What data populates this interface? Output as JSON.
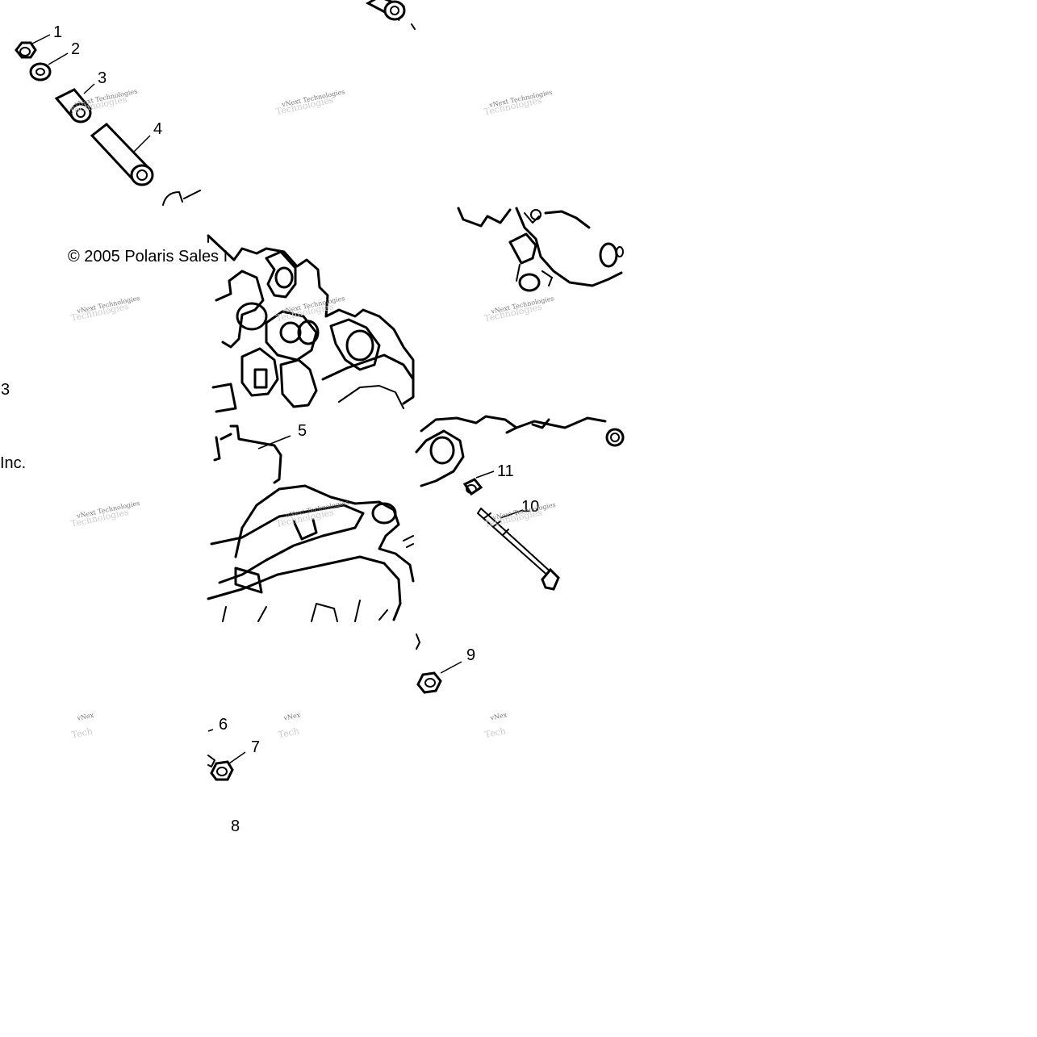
{
  "callouts": {
    "c1": "1",
    "c2": "2",
    "c3": "3",
    "c4": "4",
    "c5": "5",
    "c6": "6",
    "c7": "7",
    "c8": "8",
    "c9": "9",
    "c10": "10",
    "c11": "11",
    "c3_edge": "3"
  },
  "copyright": {
    "fragment_a": "© 2005 Polaris Sales I",
    "fragment_b": "Inc."
  },
  "watermark": {
    "full": "vNext Technologies",
    "short": "vNex",
    "backdrop": "Technologies",
    "backdrop_short": "Tech"
  }
}
